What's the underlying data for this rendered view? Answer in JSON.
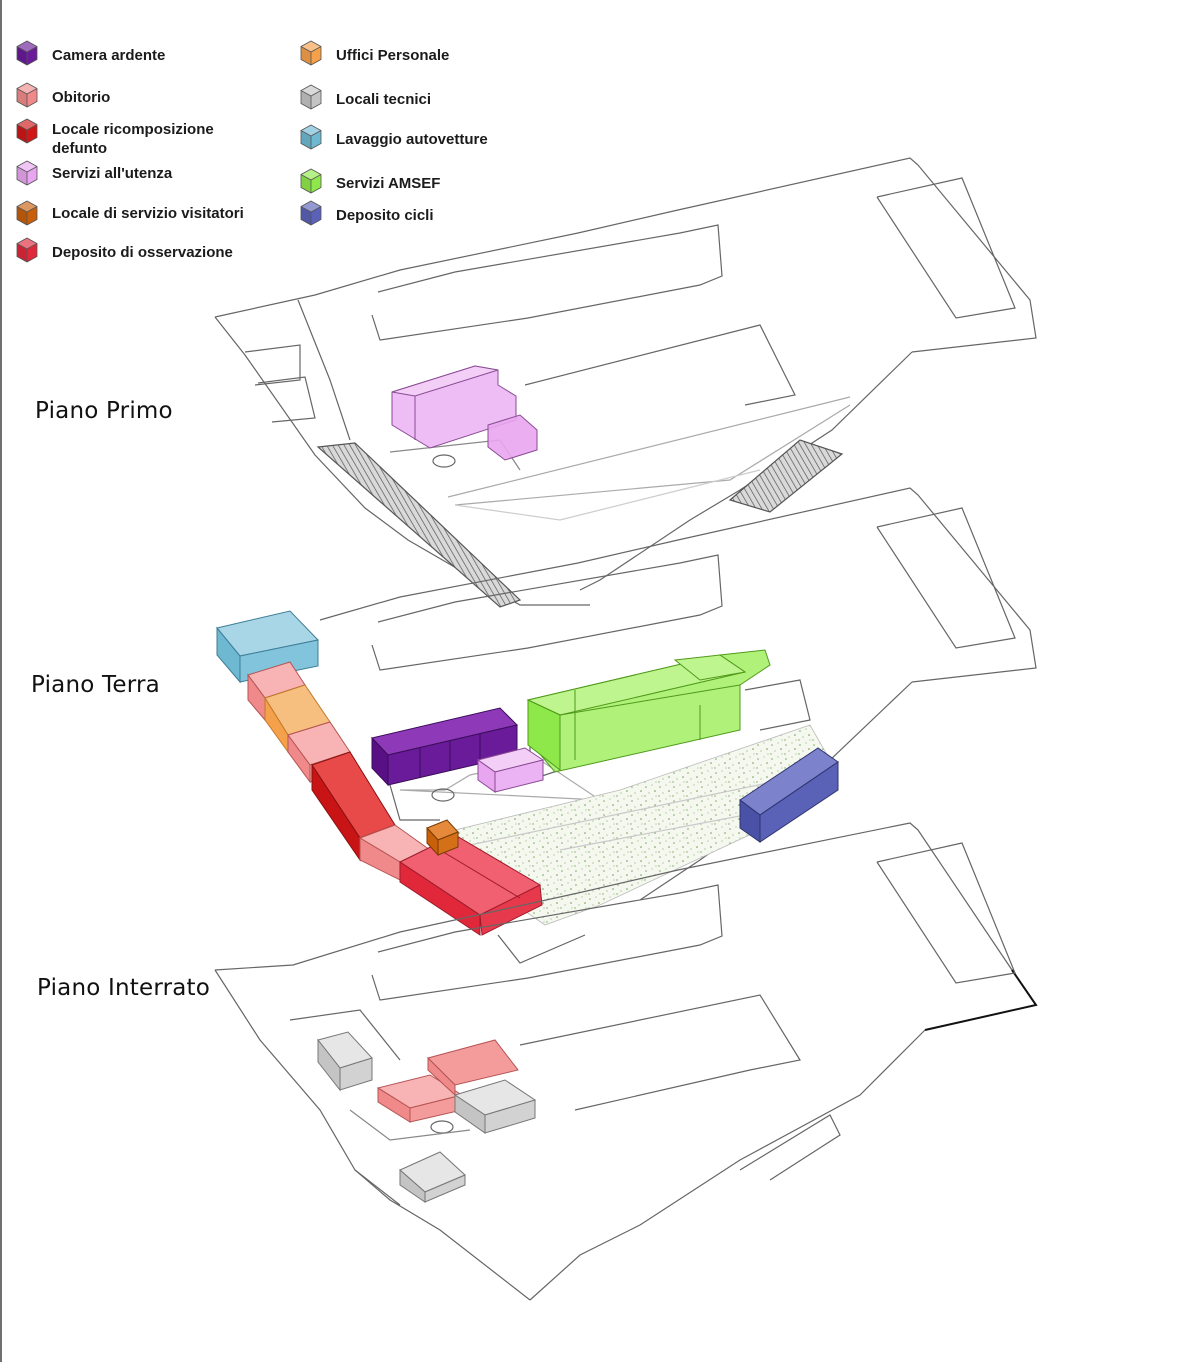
{
  "legend": {
    "items": [
      {
        "label": "Camera ardente",
        "color": "#6a1b9a"
      },
      {
        "label": "Obitorio",
        "color": "#f08a8a"
      },
      {
        "label": "Locale ricomposizione defunto",
        "color": "#d11616"
      },
      {
        "label": "Servizi all'utenza",
        "color": "#e9a6f0"
      },
      {
        "label": "Locale di servizio visitatori",
        "color": "#c8600a"
      },
      {
        "label": "Deposito di osservazione",
        "color": "#e0283a"
      },
      {
        "label": "Uffici Personale",
        "color": "#f5a04a"
      },
      {
        "label": "Locali tecnici",
        "color": "#c4c4c4"
      },
      {
        "label": "Lavaggio autovetture",
        "color": "#6fb8d2"
      },
      {
        "label": "Servizi AMSEF",
        "color": "#8fe84a"
      },
      {
        "label": "Deposito cicli",
        "color": "#5a62b8"
      }
    ]
  },
  "floors": {
    "primo": "Piano Primo",
    "terra": "Piano Terra",
    "interrato": "Piano Interrato"
  }
}
